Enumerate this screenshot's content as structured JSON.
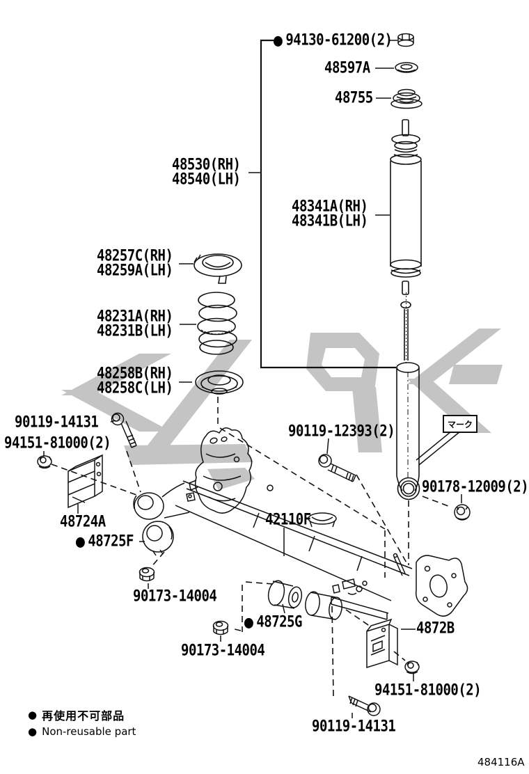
{
  "colors": {
    "background": "#ffffff",
    "line": "#111111",
    "watermark": "#c4c4c4",
    "text": "#000000"
  },
  "bullet_glyph": "●",
  "doc_number": "484116A",
  "legend": {
    "jp": "再使用不可部品",
    "en": "Non-reusable part"
  },
  "mark_tag": "マーク",
  "parts": {
    "nut_94130": {
      "label": "94130-61200(2)",
      "non_reusable": true,
      "icon": "flanged-nut-icon"
    },
    "washer_48597a": {
      "label": "48597A",
      "icon": "cushion-washer-icon"
    },
    "support_48755": {
      "label": "48755",
      "icon": "shock-support-icon"
    },
    "shock_absorber_assy": {
      "label_rh": "48530(RH)",
      "label_lh": "48540(LH)",
      "icon": "shock-absorber-assembly-icon"
    },
    "shock_cartridge": {
      "label_rh": "48341A(RH)",
      "label_lh": "48341B(LH)",
      "icon": "shock-absorber-icon"
    },
    "spring_upper_insulator": {
      "label_rh": "48257C(RH)",
      "label_lh": "48259A(LH)",
      "icon": "spring-upper-seat-icon"
    },
    "coil_spring": {
      "label_rh": "48231A(RH)",
      "label_lh": "48231B(LH)",
      "icon": "coil-spring-icon"
    },
    "spring_lower_insulator": {
      "label_rh": "48258B(RH)",
      "label_lh": "48258C(LH)",
      "icon": "spring-lower-seat-icon"
    },
    "bolt_90119_14131_left": {
      "label": "90119-14131",
      "icon": "bolt-icon"
    },
    "nut_94151_left": {
      "label": "94151-81000(2)",
      "icon": "nut-icon"
    },
    "bracket_48724a": {
      "label": "48724A",
      "icon": "bracket-icon"
    },
    "bushing_48725f": {
      "label": "48725F",
      "non_reusable": true,
      "icon": "bushing-icon"
    },
    "nut_90173_upper": {
      "label": "90173-14004",
      "icon": "nut-icon"
    },
    "axle_beam": {
      "label": "42110F",
      "icon": "rear-axle-beam-icon"
    },
    "bolt_90119_12393": {
      "label": "90119-12393(2)",
      "icon": "bolt-icon"
    },
    "nut_90178": {
      "label": "90178-12009(2)",
      "icon": "nut-icon"
    },
    "bushing_48725g": {
      "label": "48725G",
      "non_reusable": true,
      "icon": "bushing-icon"
    },
    "nut_90173_lower": {
      "label": "90173-14004",
      "icon": "nut-icon"
    },
    "bracket_4872b": {
      "label": "4872B",
      "icon": "bracket-icon"
    },
    "nut_94151_bottom": {
      "label": "94151-81000(2)",
      "icon": "nut-icon"
    },
    "bolt_90119_14131_bottom": {
      "label": "90119-14131",
      "icon": "bolt-icon"
    }
  }
}
